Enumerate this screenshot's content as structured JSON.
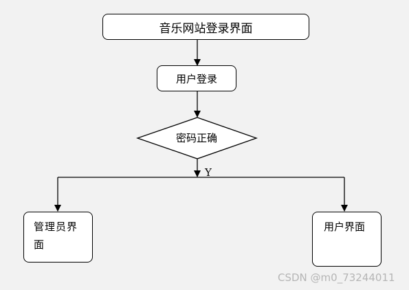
{
  "flowchart": {
    "start": "音乐网站登录界面",
    "login": "用户登录",
    "decision": "密码正确",
    "branch_label": "Y",
    "admin_page": "管理员界面",
    "user_page": "用户界面"
  },
  "watermark": "CSDN @m0_73244011"
}
